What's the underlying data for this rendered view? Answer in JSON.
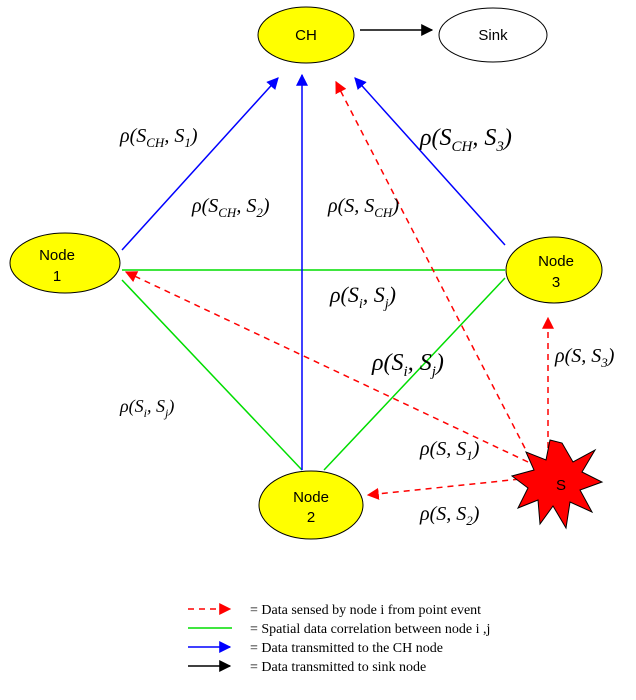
{
  "nodes": {
    "ch": "CH",
    "sink": "Sink",
    "node1": [
      "Node",
      "1"
    ],
    "node2": [
      "Node",
      "2"
    ],
    "node3": [
      "Node",
      "3"
    ],
    "source": "S"
  },
  "labels": {
    "ch_s1": {
      "base": "ρ(S",
      "sub": "CH",
      "mid": ", S",
      "sub2": "1",
      "end": ")"
    },
    "ch_s2": {
      "base": "ρ(S",
      "sub": "CH",
      "mid": ", S",
      "sub2": "2",
      "end": ")"
    },
    "s_sch": {
      "base": "ρ(S, S",
      "sub": "CH",
      "end": ")"
    },
    "ch_s3": {
      "base": "ρ(S",
      "sub": "CH",
      "mid": ", S",
      "sub2": "3",
      "end": ")"
    },
    "si_sj_top": {
      "base": "ρ(S",
      "sub": "i",
      "mid": ", S",
      "sub2": "j",
      "end": ")"
    },
    "si_sj_mid": {
      "base": "ρ(S",
      "sub": "i",
      "mid": ", S",
      "sub2": "j",
      "end": ")"
    },
    "si_sj_left": {
      "base": "ρ(S",
      "sub": "i",
      "mid": ", S",
      "sub2": "j",
      "end": ")"
    },
    "s_s3": {
      "base": "ρ(S, S",
      "sub": "3",
      "end": ")"
    },
    "s_s1": {
      "base": "ρ(S, S",
      "sub": "1",
      "end": ")"
    },
    "s_s2": {
      "base": "ρ(S, S",
      "sub": "2",
      "end": ")"
    }
  },
  "legend": [
    {
      "text": "= Data sensed by node i from point event",
      "color": "#ff0000",
      "style": "dashed"
    },
    {
      "text": "= Spatial data correlation between node i  ,j",
      "color": "#00dd00",
      "style": "solid-no-arrow"
    },
    {
      "text": "= Data transmitted to the CH node",
      "color": "#0000ff",
      "style": "solid"
    },
    {
      "text": "= Data transmitted to sink node",
      "color": "#000000",
      "style": "solid"
    }
  ],
  "colors": {
    "node_fill": "#ffff00",
    "source_fill": "#ff0000",
    "sensed": "#ff0000",
    "correlation": "#00dd00",
    "to_ch": "#0000ff",
    "to_sink": "#000000"
  }
}
